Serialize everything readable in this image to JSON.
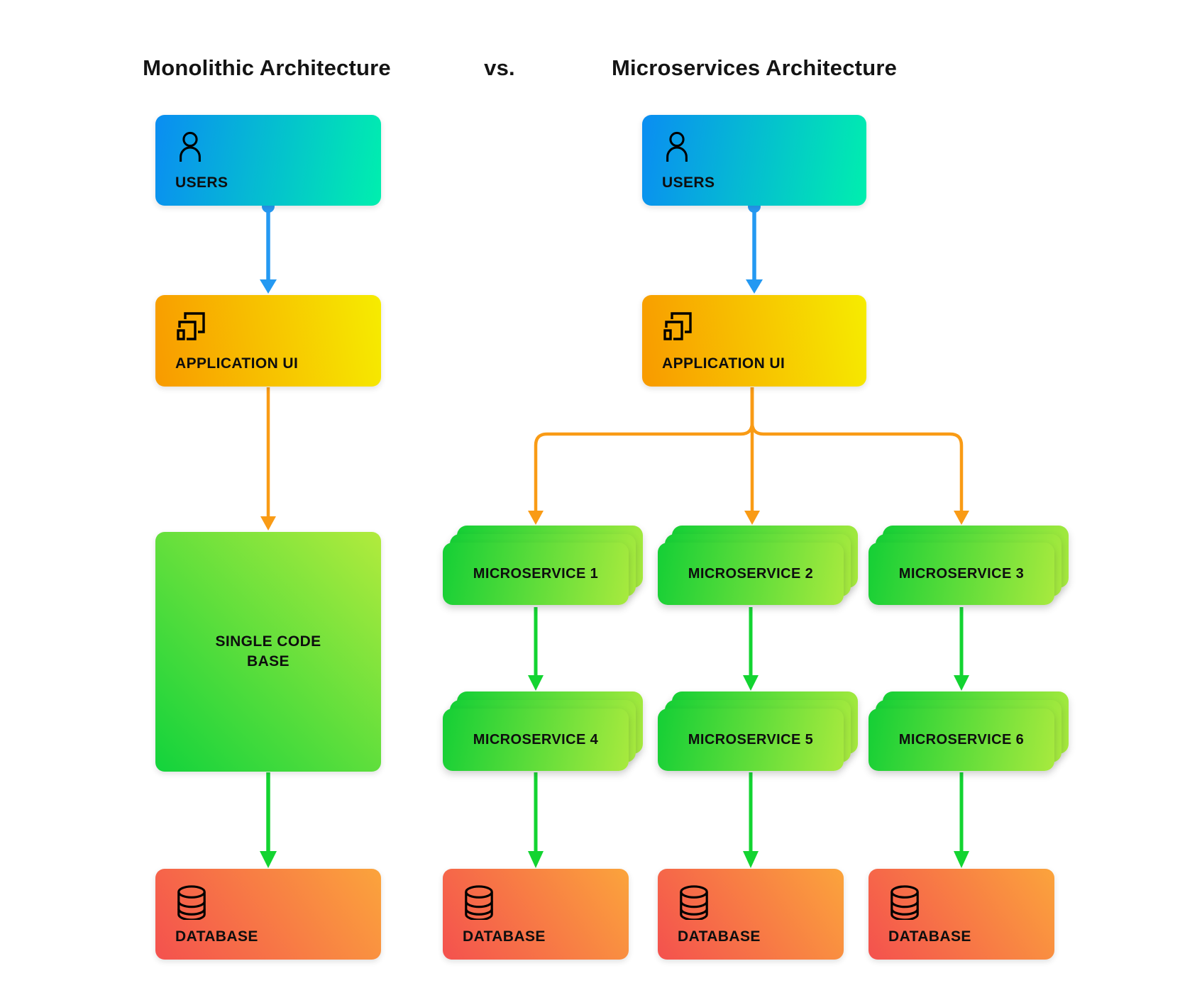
{
  "header": {
    "left_title": "Monolithic Architecture",
    "separator": "vs.",
    "right_title": "Microservices Architecture"
  },
  "monolith": {
    "users_label": "USERS",
    "app_ui_label": "APPLICATION UI",
    "code_base_label": "SINGLE CODE BASE",
    "database_label": "DATABASE"
  },
  "microservices": {
    "users_label": "USERS",
    "app_ui_label": "APPLICATION UI",
    "services": [
      {
        "label": "MICROSERVICE 1"
      },
      {
        "label": "MICROSERVICE 2"
      },
      {
        "label": "MICROSERVICE 3"
      },
      {
        "label": "MICROSERVICE 4"
      },
      {
        "label": "MICROSERVICE 5"
      },
      {
        "label": "MICROSERVICE 6"
      }
    ],
    "databases": [
      {
        "label": "DATABASE"
      },
      {
        "label": "DATABASE"
      },
      {
        "label": "DATABASE"
      }
    ]
  },
  "icons": {
    "users": "user-icon",
    "app_ui": "app-windows-icon",
    "database": "database-cylinder-icon"
  },
  "colors": {
    "users_gradient": [
      "#0a8df2",
      "#00efae"
    ],
    "app_ui_gradient": [
      "#f89a00",
      "#f6ec00"
    ],
    "code_base_gradient": [
      "#12d33c",
      "#b2eb3d"
    ],
    "microservice_gradient": [
      "#14cf36",
      "#a8ea3e"
    ],
    "database_gradient": [
      "#f4514e",
      "#fba43c"
    ],
    "arrow_blue": "#2499f2",
    "arrow_orange": "#f99b15",
    "arrow_green": "#13d431",
    "text": "#0e0e0e"
  }
}
